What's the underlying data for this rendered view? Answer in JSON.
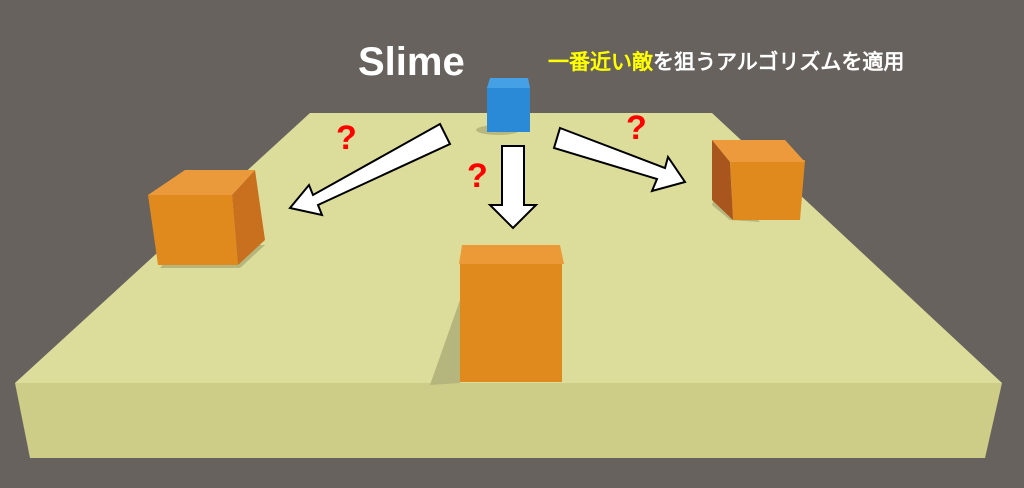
{
  "title": "Slime",
  "caption": {
    "highlight": "一番近い敵",
    "rest": "を狙うアルゴリズムを適用"
  },
  "question_mark": "?",
  "colors": {
    "background": "#67625e",
    "floor_top": "#dcdd9a",
    "floor_front": "#cdcd88",
    "player_cube": "#2a8ad8",
    "enemy_cube": "#e08a1e",
    "highlight_text": "#ffff00",
    "question_mark": "#ff0000"
  }
}
